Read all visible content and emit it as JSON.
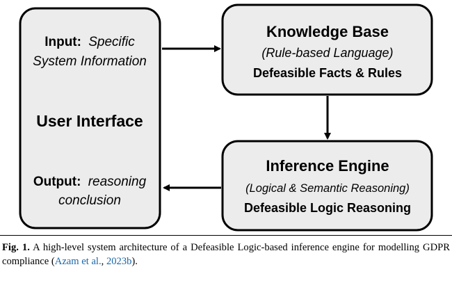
{
  "diagram": {
    "user_interface": {
      "input_label": "Input:",
      "input_line1": "Specific",
      "input_line2": "System Information",
      "title": "User Interface",
      "output_label": "Output:",
      "output_line1": "reasoning",
      "output_line2": "conclusion"
    },
    "knowledge_base": {
      "title": "Knowledge Base",
      "subtitle": "(Rule-based Language)",
      "detail": "Defeasible Facts & Rules"
    },
    "inference_engine": {
      "title": "Inference Engine",
      "subtitle": "(Logical & Semantic Reasoning)",
      "detail": "Defeasible Logic Reasoning"
    }
  },
  "caption": {
    "label": "Fig. 1.",
    "text_before": " A high-level system architecture of a Defeasible Logic-based inference engine for modelling GDPR compliance (",
    "cite_authors": "Azam et al.",
    "comma": ", ",
    "cite_year": "2023b",
    "text_after": ")."
  }
}
